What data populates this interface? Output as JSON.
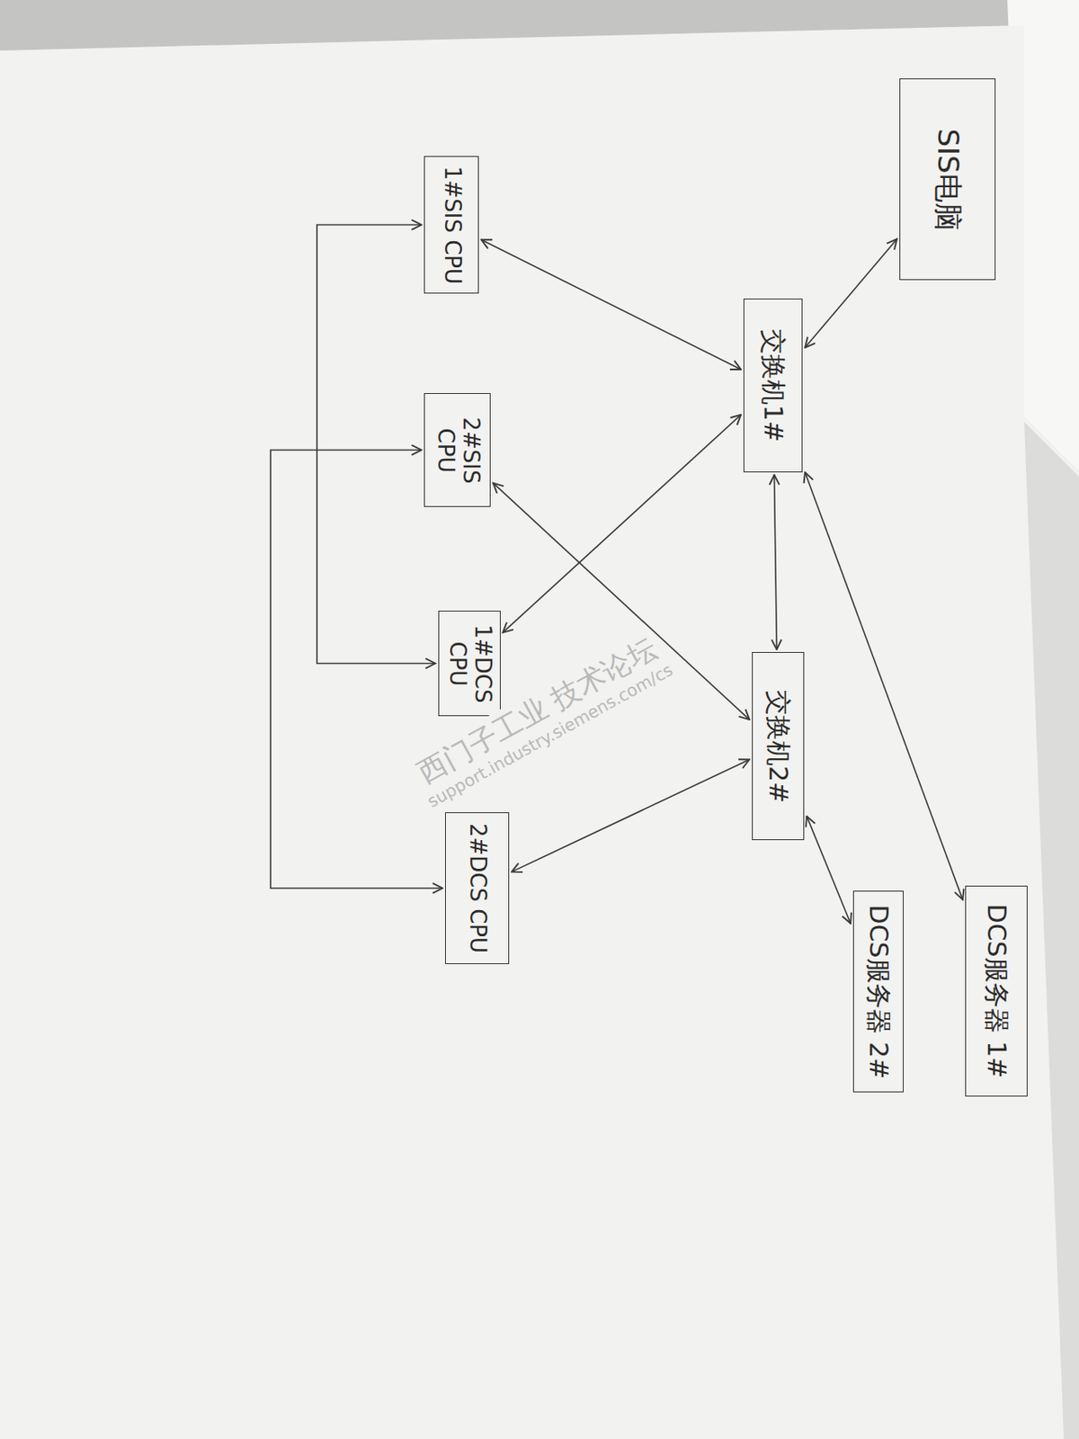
{
  "diagram": {
    "nodes": [
      {
        "text": [
          "SIS电脑"
        ]
      },
      {
        "text": [
          "交换机1#"
        ]
      },
      {
        "text": [
          "交换机2#"
        ]
      },
      {
        "text": [
          "1#SIS CPU"
        ]
      },
      {
        "text": [
          "2#SIS CPU"
        ]
      },
      {
        "text": [
          "1#DCS CPU"
        ]
      },
      {
        "text": [
          "2#DCS CPU"
        ]
      },
      {
        "text": [
          "DCS服务器 1#"
        ]
      },
      {
        "text": [
          "DCS服务器 2#"
        ]
      }
    ],
    "edges": [
      {
        "from": 0,
        "to": 1,
        "arrow": "both"
      },
      {
        "from": 1,
        "to": 3,
        "arrow": "both"
      },
      {
        "from": 1,
        "to": 5,
        "arrow": "both"
      },
      {
        "from": 1,
        "to": 2,
        "arrow": "both"
      },
      {
        "from": 1,
        "to": 7,
        "arrow": "both"
      },
      {
        "from": 2,
        "to": 4,
        "arrow": "both"
      },
      {
        "from": 2,
        "to": 6,
        "arrow": "both"
      },
      {
        "from": 2,
        "to": 8,
        "arrow": "both"
      },
      {
        "from": 3,
        "to": 5,
        "arrow": "both"
      },
      {
        "from": 4,
        "to": 6,
        "arrow": "both"
      }
    ],
    "labels": [
      "西门子工业 技术论坛",
      "support.industry.siemens.com/cs"
    ]
  }
}
